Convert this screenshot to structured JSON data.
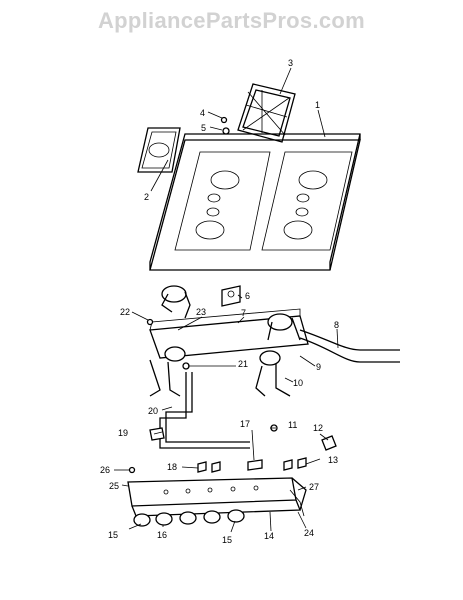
{
  "watermark": "AppliancePartsPros.com",
  "callouts": {
    "c1": "1",
    "c2": "2",
    "c3": "3",
    "c4": "4",
    "c5": "5",
    "c6": "6",
    "c7": "7",
    "c8": "8",
    "c9": "9",
    "c10": "10",
    "c11": "11",
    "c12": "12",
    "c13": "13",
    "c14": "14",
    "c15a": "15",
    "c15b": "15",
    "c16": "16",
    "c17": "17",
    "c18": "18",
    "c19": "19",
    "c20": "20",
    "c21": "21",
    "c22": "22",
    "c23": "23",
    "c24": "24",
    "c25": "25",
    "c26": "26",
    "c27": "27"
  }
}
